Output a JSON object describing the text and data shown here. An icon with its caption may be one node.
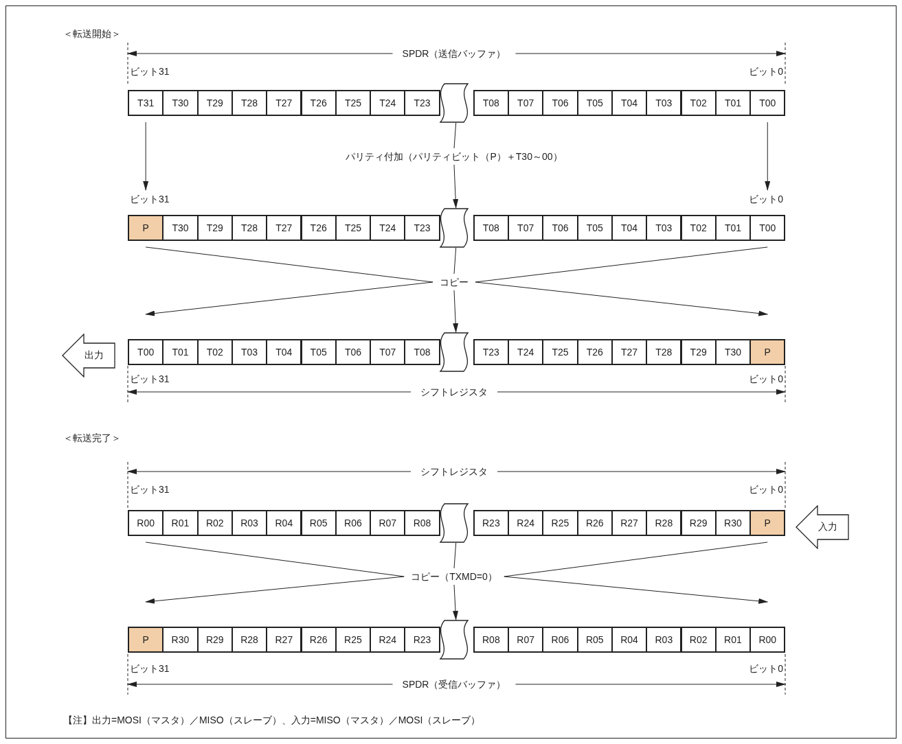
{
  "diagram": {
    "nodes": [
      {
        "text": [
          "T31"
        ]
      },
      {
        "text": [
          "T30"
        ]
      },
      {
        "text": [
          "T29"
        ]
      },
      {
        "text": [
          "T28"
        ]
      },
      {
        "text": [
          "T27"
        ]
      },
      {
        "text": [
          "T26"
        ]
      },
      {
        "text": [
          "T25"
        ]
      },
      {
        "text": [
          "T24"
        ]
      },
      {
        "text": [
          "T23"
        ]
      },
      {
        "text": [],
        "shape": "break"
      },
      {
        "text": [
          "T08"
        ]
      },
      {
        "text": [
          "T07"
        ]
      },
      {
        "text": [
          "T06"
        ]
      },
      {
        "text": [
          "T05"
        ]
      },
      {
        "text": [
          "T04"
        ]
      },
      {
        "text": [
          "T03"
        ]
      },
      {
        "text": [
          "T02"
        ]
      },
      {
        "text": [
          "T01"
        ]
      },
      {
        "text": [
          "T00"
        ]
      },
      {
        "text": [
          "パリティ付加（パリティビット（P）＋T30～00）"
        ]
      },
      {
        "text": [
          "P"
        ]
      },
      {
        "text": [
          "T30"
        ]
      },
      {
        "text": [
          "T29"
        ]
      },
      {
        "text": [
          "T28"
        ]
      },
      {
        "text": [
          "T27"
        ]
      },
      {
        "text": [
          "T26"
        ]
      },
      {
        "text": [
          "T25"
        ]
      },
      {
        "text": [
          "T24"
        ]
      },
      {
        "text": [
          "T23"
        ]
      },
      {
        "text": [],
        "shape": "break"
      },
      {
        "text": [
          "T08"
        ]
      },
      {
        "text": [
          "T07"
        ]
      },
      {
        "text": [
          "T06"
        ]
      },
      {
        "text": [
          "T05"
        ]
      },
      {
        "text": [
          "T04"
        ]
      },
      {
        "text": [
          "T03"
        ]
      },
      {
        "text": [
          "T02"
        ]
      },
      {
        "text": [
          "T01"
        ]
      },
      {
        "text": [
          "T00"
        ]
      },
      {
        "text": [
          "コピー"
        ]
      },
      {
        "text": [
          "出力"
        ]
      },
      {
        "text": [
          "T00"
        ]
      },
      {
        "text": [
          "T01"
        ]
      },
      {
        "text": [
          "T02"
        ]
      },
      {
        "text": [
          "T03"
        ]
      },
      {
        "text": [
          "T04"
        ]
      },
      {
        "text": [
          "T05"
        ]
      },
      {
        "text": [
          "T06"
        ]
      },
      {
        "text": [
          "T07"
        ]
      },
      {
        "text": [
          "T08"
        ]
      },
      {
        "text": [],
        "shape": "break"
      },
      {
        "text": [
          "T23"
        ]
      },
      {
        "text": [
          "T24"
        ]
      },
      {
        "text": [
          "T25"
        ]
      },
      {
        "text": [
          "T26"
        ]
      },
      {
        "text": [
          "T27"
        ]
      },
      {
        "text": [
          "T28"
        ]
      },
      {
        "text": [
          "T29"
        ]
      },
      {
        "text": [
          "T30"
        ]
      },
      {
        "text": [
          "P"
        ]
      },
      {
        "text": [
          "R00"
        ]
      },
      {
        "text": [
          "R01"
        ]
      },
      {
        "text": [
          "R02"
        ]
      },
      {
        "text": [
          "R03"
        ]
      },
      {
        "text": [
          "R04"
        ]
      },
      {
        "text": [
          "R05"
        ]
      },
      {
        "text": [
          "R06"
        ]
      },
      {
        "text": [
          "R07"
        ]
      },
      {
        "text": [
          "R08"
        ]
      },
      {
        "text": [],
        "shape": "break"
      },
      {
        "text": [
          "R23"
        ]
      },
      {
        "text": [
          "R24"
        ]
      },
      {
        "text": [
          "R25"
        ]
      },
      {
        "text": [
          "R26"
        ]
      },
      {
        "text": [
          "R27"
        ]
      },
      {
        "text": [
          "R28"
        ]
      },
      {
        "text": [
          "R29"
        ]
      },
      {
        "text": [
          "R30"
        ]
      },
      {
        "text": [
          "P"
        ]
      },
      {
        "text": [
          "入力"
        ]
      },
      {
        "text": [
          "コピー（TXMD=0）"
        ]
      },
      {
        "text": [
          "P"
        ]
      },
      {
        "text": [
          "R30"
        ]
      },
      {
        "text": [
          "R29"
        ]
      },
      {
        "text": [
          "R28"
        ]
      },
      {
        "text": [
          "R27"
        ]
      },
      {
        "text": [
          "R26"
        ]
      },
      {
        "text": [
          "R25"
        ]
      },
      {
        "text": [
          "R24"
        ]
      },
      {
        "text": [
          "R23"
        ]
      },
      {
        "text": [],
        "shape": "break"
      },
      {
        "text": [
          "R08"
        ]
      },
      {
        "text": [
          "R07"
        ]
      },
      {
        "text": [
          "R06"
        ]
      },
      {
        "text": [
          "R05"
        ]
      },
      {
        "text": [
          "R04"
        ]
      },
      {
        "text": [
          "R03"
        ]
      },
      {
        "text": [
          "R02"
        ]
      },
      {
        "text": [
          "R01"
        ]
      },
      {
        "text": [
          "R00"
        ]
      }
    ],
    "edges": [
      {
        "from": 0,
        "to": 20,
        "arrow": "to"
      },
      {
        "from": 18,
        "to": 38,
        "arrow": "to"
      },
      {
        "from": 9,
        "to": 19,
        "arrow": "none"
      },
      {
        "from": 19,
        "to": 29,
        "arrow": "to"
      },
      {
        "from": 20,
        "to": 39,
        "arrow": "none"
      },
      {
        "from": 38,
        "to": 39,
        "arrow": "none"
      },
      {
        "from": 29,
        "to": 39,
        "arrow": "none"
      },
      {
        "from": 39,
        "to": 41,
        "arrow": "to"
      },
      {
        "from": 39,
        "to": 59,
        "arrow": "to"
      },
      {
        "from": 39,
        "to": 50,
        "arrow": "to"
      },
      {
        "from": 60,
        "to": 80,
        "arrow": "none"
      },
      {
        "from": 78,
        "to": 80,
        "arrow": "none"
      },
      {
        "from": 69,
        "to": 80,
        "arrow": "none"
      },
      {
        "from": 80,
        "to": 81,
        "arrow": "to"
      },
      {
        "from": 80,
        "to": 99,
        "arrow": "to"
      },
      {
        "from": 80,
        "to": 90,
        "arrow": "to"
      }
    ],
    "labels": [
      "＜転送開始＞",
      "SPDR（送信バッファ）",
      "ビット31",
      "ビット0",
      "ビット31",
      "ビット0",
      "ビット31",
      "ビット0",
      "シフトレジスタ",
      "＜転送完了＞",
      "シフトレジスタ",
      "ビット31",
      "ビット0",
      "ビット31",
      "ビット0",
      "SPDR（受信バッファ）",
      "【注】出力=MOSI（マスタ）／MISO（スレーブ）、入力=MISO（マスタ）／MOSI（スレーブ）"
    ]
  }
}
